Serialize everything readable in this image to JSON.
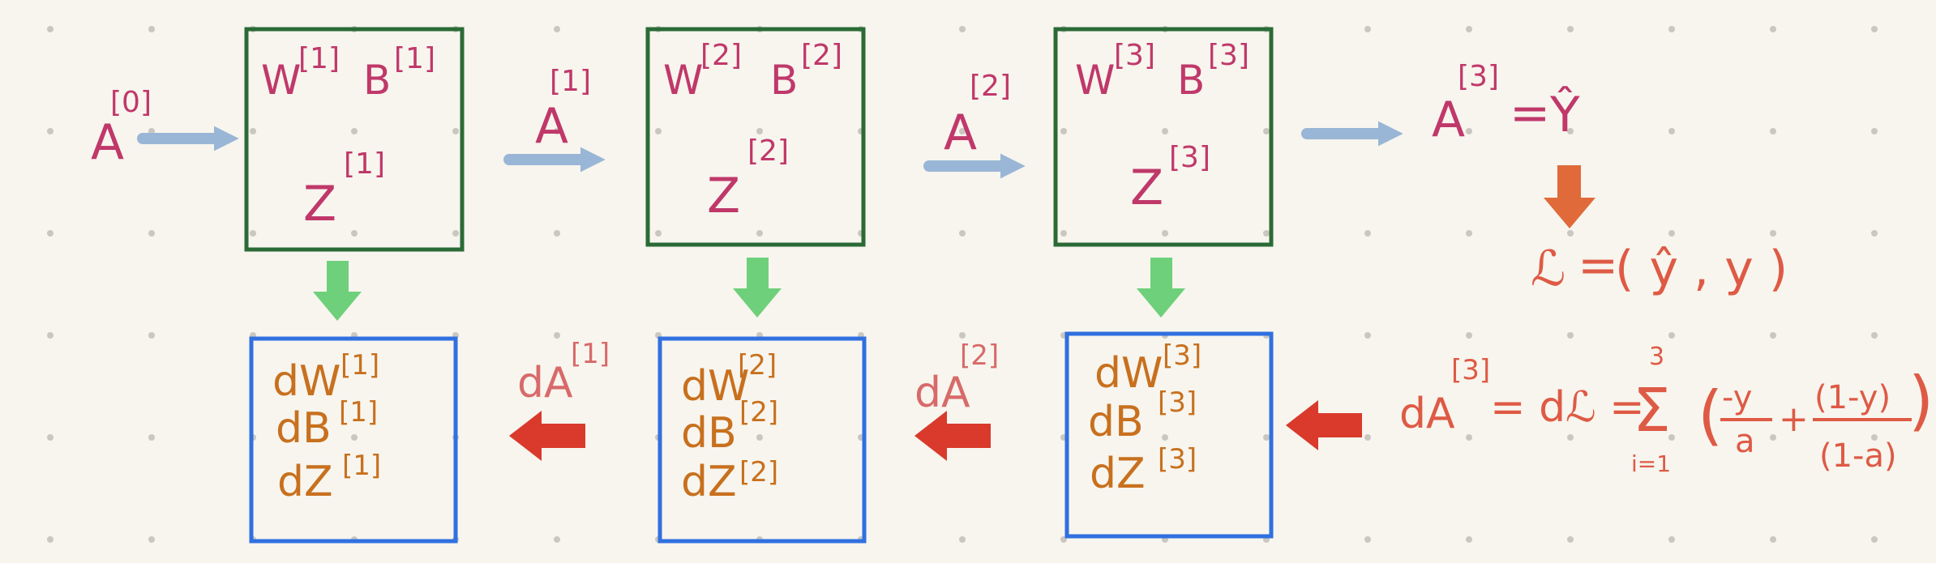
{
  "input": {
    "base": "A",
    "sup": "[0]"
  },
  "forward_layers": [
    {
      "w": "W",
      "w_sup": "[1]",
      "b": "B",
      "b_sup": "[1]",
      "z": "Z",
      "z_sup": "[1]"
    },
    {
      "w": "W",
      "w_sup": "[2]",
      "b": "B",
      "b_sup": "[2]",
      "z": "Z",
      "z_sup": "[2]"
    },
    {
      "w": "W",
      "w_sup": "[3]",
      "b": "B",
      "b_sup": "[3]",
      "z": "Z",
      "z_sup": "[3]"
    }
  ],
  "activations": [
    {
      "base": "A",
      "sup": "[1]"
    },
    {
      "base": "A",
      "sup": "[2]"
    }
  ],
  "output": {
    "lhs": "A",
    "lhs_sup": "[3]",
    "eq": "=",
    "rhs": "Ŷ"
  },
  "loss": {
    "lhs": "ℒ",
    "eq": "=",
    "rhs": "( ŷ , y )"
  },
  "backward_layers": [
    {
      "dw": "dW",
      "dw_sup": "[1]",
      "db": "dB",
      "db_sup": "[1]",
      "dz": "dZ",
      "dz_sup": "[1]"
    },
    {
      "dw": "dW",
      "dw_sup": "[2]",
      "db": "dB",
      "db_sup": "[2]",
      "dz": "dZ",
      "dz_sup": "[2]"
    },
    {
      "dw": "dW",
      "dw_sup": "[3]",
      "db": "dB",
      "db_sup": "[3]",
      "dz": "dZ",
      "dz_sup": "[3]"
    }
  ],
  "grad_activations": [
    {
      "base": "dA",
      "sup": "[1]"
    },
    {
      "base": "dA",
      "sup": "[2]"
    }
  ],
  "grad_output": {
    "lhs": "dA",
    "lhs_sup": "[3]",
    "eq": "= dℒ =",
    "sum": "Σ",
    "sum_top": "3",
    "sum_bottom": "i=1",
    "open": "(",
    "term1_num": "-y",
    "term1_den": "a",
    "plus": "+",
    "term2_num": "(1-y)",
    "term2_den": "(1-a)",
    "close": ")"
  },
  "colors": {
    "forward_box": "#2b6a36",
    "backward_box": "#3070e0",
    "forward_arrow": "#9ab6d6",
    "down_arrow_green": "#6ed07a",
    "down_arrow_orange": "#e06a3a",
    "back_arrow": "#d93a2c"
  }
}
